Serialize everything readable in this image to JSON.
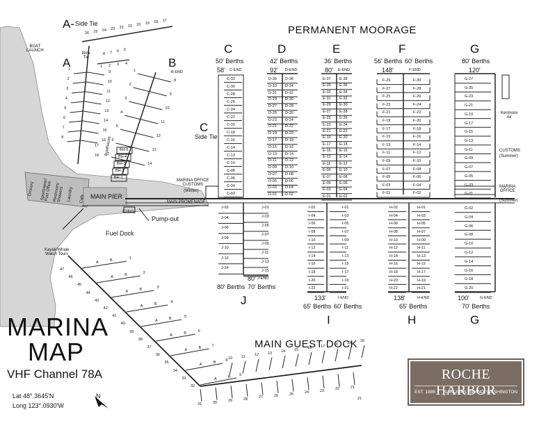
{
  "titles": {
    "permanent_moorage": "PERMANENT MOORAGE",
    "main_guest_dock": "MAIN GUEST DOCK",
    "marina_map_line1": "MARINA",
    "marina_map_line2": "MAP",
    "vhf": "VHF Channel 78A",
    "lat": "Lat 48°.3645'N",
    "long": "Long 123°.0930'W",
    "north": "N"
  },
  "places": {
    "boat_launch": "BOAT\nLAUNCH",
    "main_pier": "MAIN PIER",
    "main_promenade": "MAIN PROMENADE",
    "colors": "Colors",
    "pump_out": "Pump-out",
    "fuel_dock": "Fuel Dock",
    "kayak": "Kayak/Whale\nWatch Tours",
    "marina_office_winter": "MARINA OFFICE\nCUSTOMS",
    "winter": "(Winter)",
    "marina_office_summer": "MARINA\nOFFICE",
    "summer_office": "(Summer)",
    "customs_summer": "CUSTOMS",
    "summer_customs": "(Summer)",
    "kenmore_air": "Kenmore\nAir",
    "boathouse": "Boathouse",
    "bow_tie": "Bow\nTie",
    "side_tie_a": "A-",
    "side_tie_a_text": "Side Tie",
    "side_tie_c": "Side Tie",
    "shops": [
      "Grocery",
      "Sportswear/\nPost Office",
      "Restroom/\nShowers",
      "Laundry",
      "Cafe"
    ]
  },
  "docks": {
    "A": {
      "letter": "A",
      "side_tie": [
        26,
        25,
        24,
        23,
        22,
        21,
        20,
        19,
        18,
        17
      ],
      "bow_tie": [
        1,
        2,
        3,
        4,
        5,
        6,
        7,
        8
      ],
      "slips": [
        9,
        10,
        11,
        12,
        13,
        14,
        15,
        16,
        1,
        2,
        3,
        4,
        5,
        6,
        7,
        8,
        18,
        17
      ]
    },
    "B": {
      "letter": "B",
      "end": "B-END",
      "slips": [
        1,
        2,
        3,
        4,
        5,
        6,
        7,
        8,
        9,
        10,
        11,
        12,
        13,
        14
      ],
      "boathouse": [
        "BH-5",
        "BH-4",
        "BH-3",
        "BH-2",
        "BH-1"
      ]
    },
    "C": {
      "letter": "C",
      "berths": "50' Berths",
      "length": "58'",
      "end": "C-END",
      "side": "C",
      "slips": [
        "C-32",
        "C-30",
        "C-28",
        "C-26",
        "C-24",
        "C-22",
        "C-20",
        "C-18",
        "C-16",
        "C-14",
        "C-12",
        "C-10",
        "C-08",
        "C-06",
        "C-04",
        "C-02"
      ]
    },
    "D": {
      "letter": "D",
      "berths": "42' Berths",
      "length": "92'",
      "end": "D-END",
      "left": [
        "D-35",
        "D-33",
        "D-31",
        "D-29",
        "D-27",
        "D-25",
        "D-23",
        "D-21",
        "D-19",
        "D-17",
        "D-15",
        "D-13",
        "D-11",
        "D-09",
        "D-07",
        "D-05",
        "D-03",
        "D-01"
      ],
      "right": [
        "D-36",
        "D-34",
        "D-32",
        "D-30",
        "D-28",
        "D-26",
        "D-24",
        "D-22",
        "D-20",
        "D-18",
        "D-16",
        "D-14",
        "D-12",
        "D-10",
        "D-08",
        "D-06",
        "D-04",
        "D-02"
      ]
    },
    "E": {
      "letter": "E",
      "berths": "36' Berths",
      "length": "80'",
      "end": "E-END",
      "left": [
        "E-37",
        "E-35",
        "E-33",
        "E-31",
        "E-29",
        "E-27",
        "E-25",
        "E-23",
        "E-21",
        "E-19",
        "E-17",
        "E-15",
        "E-13",
        "E-11",
        "E-09",
        "E-07",
        "E-05",
        "E-03",
        "E-01"
      ],
      "right": [
        "E-38",
        "E-36",
        "E-34",
        "E-32",
        "E-30",
        "E-28",
        "E-26",
        "E-24",
        "E-22",
        "E-20",
        "E-18",
        "E-16",
        "E-14",
        "E-12",
        "E-10",
        "E-08",
        "E-06",
        "E-04",
        "E-02"
      ]
    },
    "F": {
      "letter": "F",
      "berths_left": "56' Berths",
      "berths_right": "60' Berths",
      "length": "148'",
      "end": "F-END",
      "left": [
        "F-29",
        "F-27",
        "F-25",
        "F-23",
        "F-21",
        "F-19",
        "F-17",
        "F-15",
        "F-13",
        "F-11",
        "F-09",
        "F-07",
        "F-05",
        "F-03",
        "F-01"
      ],
      "right": [
        "F-30",
        "F-28",
        "F-26",
        "F-24",
        "F-22",
        "F-20",
        "F-18",
        "F-16",
        "F-14",
        "F-12",
        "F-10",
        "F-08",
        "F-06",
        "F-04",
        "F-02"
      ]
    },
    "G": {
      "letter": "G",
      "berths_top": "80' Berths",
      "length_top": "120'",
      "berths_bottom": "70' Berths",
      "length_bottom": "100'",
      "end": "G-END",
      "upper": [
        "G-27",
        "G-25",
        "G-23",
        "G-21",
        "G-19",
        "G-17",
        "G-15",
        "G-13",
        "G-11",
        "G-09",
        "G-07",
        "G-05",
        "G-03",
        "G-01"
      ],
      "lower": [
        "G-02",
        "G-04",
        "G-06",
        "G-08",
        "G-10",
        "G-12",
        "G-14",
        "G-16",
        "G-18",
        "G-20"
      ]
    },
    "H": {
      "letter": "H",
      "berths": "65' Berths",
      "length": "138'",
      "end": "H-END",
      "left": [
        "H-02",
        "H-04",
        "H-06",
        "H-08",
        "H-10",
        "H-12",
        "H-14",
        "H-16",
        "H-18",
        "H-20",
        "H-22"
      ],
      "right": [
        "H-01",
        "H-03",
        "H-05",
        "H-07",
        "H-09",
        "H-11",
        "H-13",
        "H-15",
        "H-17",
        "H-19",
        "H-21"
      ]
    },
    "I": {
      "letter": "I",
      "berths_left": "65' Berths",
      "berths_right": "60' Berths",
      "length": "133'",
      "end": "I-END",
      "left": [
        "I-02",
        "I-04",
        "I-06",
        "I-08",
        "I-10",
        "I-12",
        "I-14",
        "I-16",
        "I-18",
        "I-20",
        "I-22"
      ],
      "right": [
        "I-01",
        "I-03",
        "I-05",
        "I-07",
        "I-09",
        "I-11",
        "I-13",
        "I-15",
        "I-17",
        "I-19",
        "I-21"
      ]
    },
    "J": {
      "letter": "J",
      "berths_left": "80' Berths",
      "berths_right": "70' Berths",
      "length": "80'",
      "end": "J-END",
      "left": [
        "J-02",
        "J-04",
        "J-06",
        "J-08",
        "J-10",
        "J-12",
        "J-14"
      ],
      "right": [
        "J-01",
        "J-03",
        "J-05",
        "J-07",
        "J-09",
        "J-11",
        "J-13",
        "J-15"
      ]
    },
    "guest_fingers": [
      1,
      2,
      3,
      4,
      5,
      6,
      7,
      8,
      9,
      10,
      11,
      12,
      13,
      14,
      15,
      16,
      17,
      18,
      19,
      20,
      21,
      22,
      23,
      24,
      25,
      26,
      27,
      28,
      29,
      30,
      31,
      32,
      33,
      34,
      35,
      36,
      37,
      38,
      39,
      40,
      41,
      42,
      43,
      44,
      45,
      46,
      47
    ],
    "slip_letters": [
      "A",
      "B"
    ]
  },
  "logo": {
    "name": "ROCHE HARBOR",
    "est": "EST. 1886",
    "location": "SAN JUAN ISLAND, WASHINGTON"
  }
}
